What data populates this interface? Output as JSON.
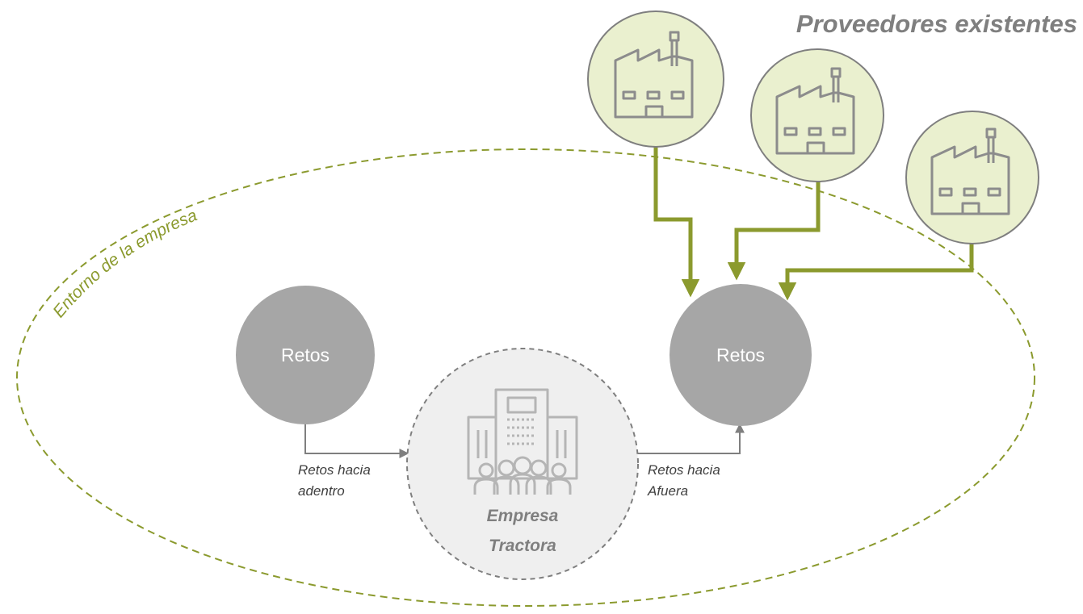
{
  "title": "Proveedores existentes",
  "environment_label": "Entorno de la empresa",
  "challenges_inside": {
    "label": "Retos"
  },
  "challenges_outside": {
    "label": "Retos"
  },
  "tractor": {
    "line1": "Empresa",
    "line2": "Tractora"
  },
  "flow_inward": {
    "line1": "Retos hacia",
    "line2": "adentro"
  },
  "flow_outward": {
    "line1": "Retos hacia",
    "line2": "Afuera"
  },
  "colors": {
    "accent_green": "#8b9a2e",
    "supplier_fill": "#eaf0cf",
    "node_gray": "#a6a6a6",
    "tractor_fill": "#efefef",
    "text_gray": "#7f7f7f"
  },
  "icons": [
    "factory-icon",
    "office-building-people-icon"
  ]
}
